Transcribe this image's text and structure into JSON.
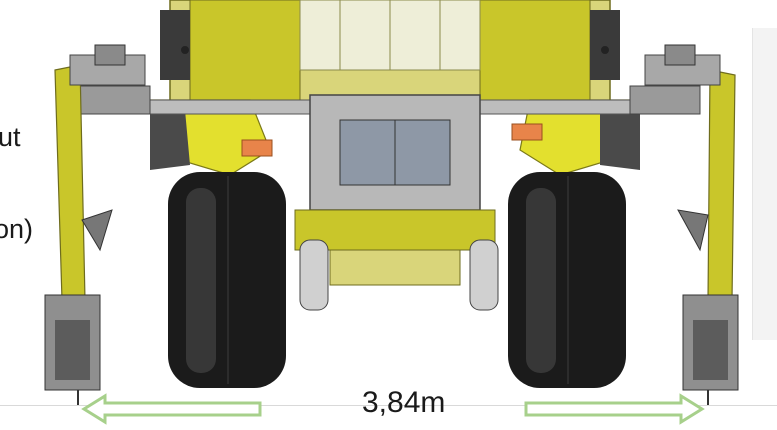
{
  "left_text": {
    "line1": "ut",
    "line2": "on)"
  },
  "dimension": {
    "label": "3,84m"
  },
  "colors": {
    "machine_yellow": "#c9c62a",
    "machine_dark_yellow": "#9e9b12",
    "frame_gray": "#9a9a9a",
    "tire_black": "#1b1b1b",
    "accent_orange": "#e8844a",
    "arrow_green": "#a7d08b"
  }
}
